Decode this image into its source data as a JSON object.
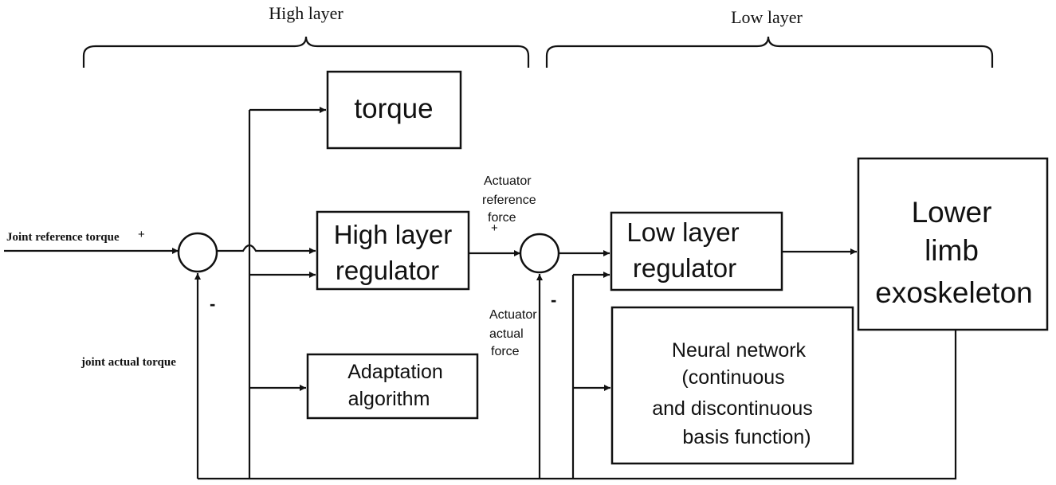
{
  "layers": {
    "high": "High layer",
    "low": "Low layer"
  },
  "blocks": {
    "torque": "torque",
    "high_reg": [
      "High layer",
      "regulator"
    ],
    "low_reg": [
      "Low layer",
      "regulator"
    ],
    "exo": [
      "Lower",
      "limb",
      "exoskeleton"
    ],
    "adapt": [
      "Adaptation",
      "algorithm"
    ],
    "nn": [
      "Neural network",
      "(continuous",
      "and discontinuous",
      "basis function)"
    ]
  },
  "signals": {
    "joint_ref": "Joint reference torque",
    "joint_actual": "joint actual torque",
    "act_ref": [
      "Actuator",
      "reference",
      "force"
    ],
    "act_actual": [
      "Actuator",
      "actual",
      "force"
    ]
  },
  "signs": {
    "plus1": "+",
    "minus1": "-",
    "plus2": "+",
    "minus2": "-"
  }
}
